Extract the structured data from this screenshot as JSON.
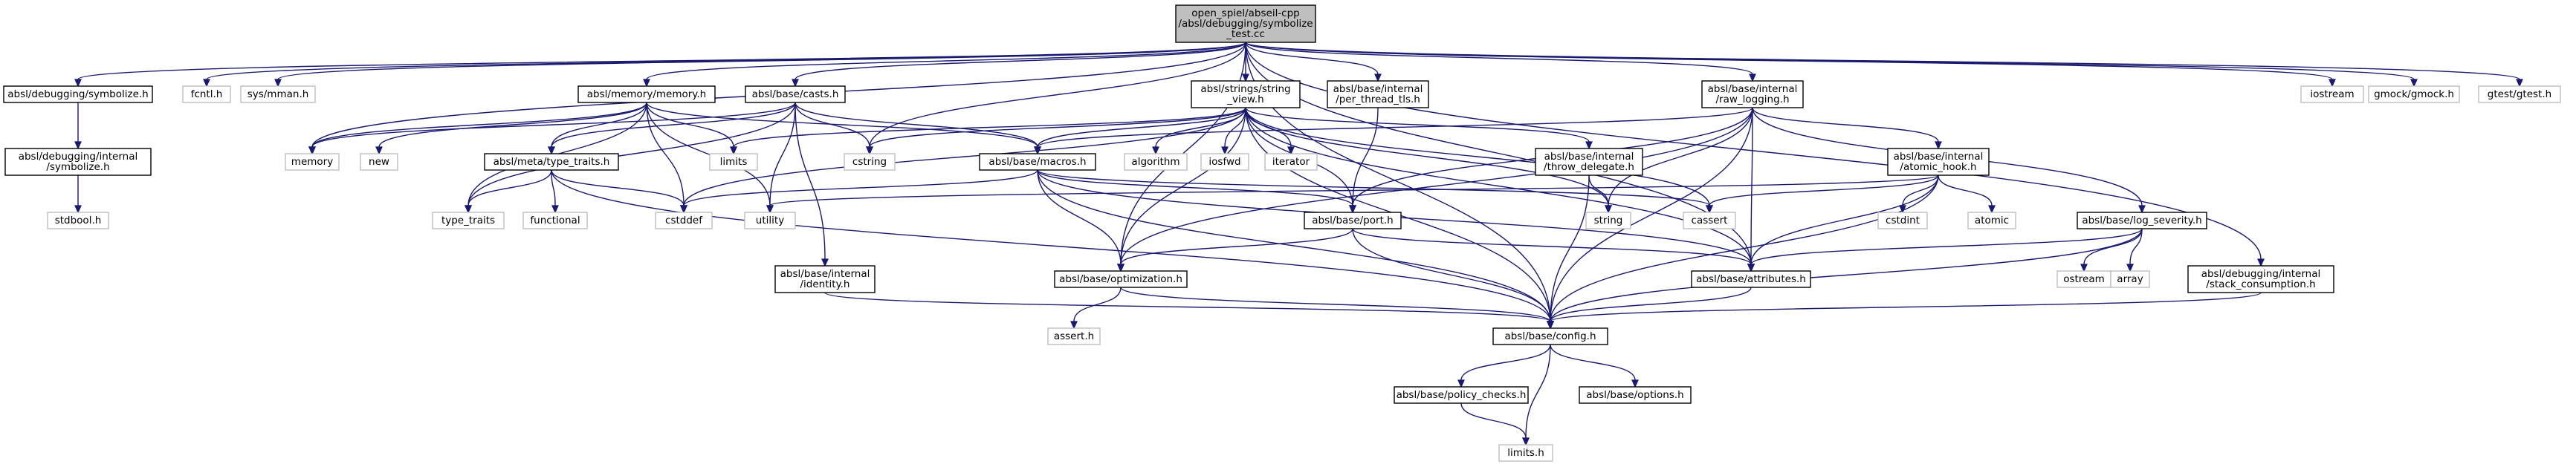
{
  "colors": {
    "edge": "#191970",
    "node_border": "#000000",
    "system_border": "#bfbfbf",
    "root_fill": "#bfbfbf"
  },
  "nodes": [
    {
      "id": "root",
      "kind": "root",
      "lines": [
        "open_spiel/abseil-cpp",
        "/absl/debugging/symbolize",
        "_test.cc"
      ]
    },
    {
      "id": "symbolize_h",
      "kind": "file",
      "lines": [
        "absl/debugging/symbolize.h"
      ]
    },
    {
      "id": "fcntl_h",
      "kind": "sys",
      "lines": [
        "fcntl.h"
      ]
    },
    {
      "id": "sys_mman_h",
      "kind": "sys",
      "lines": [
        "sys/mman.h"
      ]
    },
    {
      "id": "memory_memory_h",
      "kind": "file",
      "lines": [
        "absl/memory/memory.h"
      ]
    },
    {
      "id": "casts_h",
      "kind": "file",
      "lines": [
        "absl/base/casts.h"
      ]
    },
    {
      "id": "string_view_h",
      "kind": "file",
      "lines": [
        "absl/strings/string",
        "_view.h"
      ]
    },
    {
      "id": "per_thread_tls_h",
      "kind": "file",
      "lines": [
        "absl/base/internal",
        "/per_thread_tls.h"
      ]
    },
    {
      "id": "raw_logging_h",
      "kind": "file",
      "lines": [
        "absl/base/internal",
        "/raw_logging.h"
      ]
    },
    {
      "id": "iostream",
      "kind": "sys",
      "lines": [
        "iostream"
      ]
    },
    {
      "id": "gmock_h",
      "kind": "sys",
      "lines": [
        "gmock/gmock.h"
      ]
    },
    {
      "id": "gtest_h",
      "kind": "sys",
      "lines": [
        "gtest/gtest.h"
      ]
    },
    {
      "id": "internal_symbolize_h",
      "kind": "file",
      "lines": [
        "absl/debugging/internal",
        "/symbolize.h"
      ]
    },
    {
      "id": "stdbool_h",
      "kind": "sys",
      "lines": [
        "stdbool.h"
      ]
    },
    {
      "id": "memory",
      "kind": "sys",
      "lines": [
        "memory"
      ]
    },
    {
      "id": "new",
      "kind": "sys",
      "lines": [
        "new"
      ]
    },
    {
      "id": "type_traits_h",
      "kind": "file",
      "lines": [
        "absl/meta/type_traits.h"
      ]
    },
    {
      "id": "type_traits",
      "kind": "sys",
      "lines": [
        "type_traits"
      ]
    },
    {
      "id": "functional",
      "kind": "sys",
      "lines": [
        "functional"
      ]
    },
    {
      "id": "cstddef",
      "kind": "sys",
      "lines": [
        "cstddef"
      ]
    },
    {
      "id": "utility",
      "kind": "sys",
      "lines": [
        "utility"
      ]
    },
    {
      "id": "limits",
      "kind": "sys",
      "lines": [
        "limits"
      ]
    },
    {
      "id": "cstring",
      "kind": "sys",
      "lines": [
        "cstring"
      ]
    },
    {
      "id": "macros_h",
      "kind": "file",
      "lines": [
        "absl/base/macros.h"
      ]
    },
    {
      "id": "algorithm",
      "kind": "sys",
      "lines": [
        "algorithm"
      ]
    },
    {
      "id": "iosfwd",
      "kind": "sys",
      "lines": [
        "iosfwd"
      ]
    },
    {
      "id": "iterator",
      "kind": "sys",
      "lines": [
        "iterator"
      ]
    },
    {
      "id": "throw_delegate_h",
      "kind": "file",
      "lines": [
        "absl/base/internal",
        "/throw_delegate.h"
      ]
    },
    {
      "id": "string",
      "kind": "sys",
      "lines": [
        "string"
      ]
    },
    {
      "id": "cassert",
      "kind": "sys",
      "lines": [
        "cassert"
      ]
    },
    {
      "id": "atomic_hook_h",
      "kind": "file",
      "lines": [
        "absl/base/internal",
        "/atomic_hook.h"
      ]
    },
    {
      "id": "cstdint",
      "kind": "sys",
      "lines": [
        "cstdint"
      ]
    },
    {
      "id": "atomic",
      "kind": "sys",
      "lines": [
        "atomic"
      ]
    },
    {
      "id": "port_h",
      "kind": "file",
      "lines": [
        "absl/base/port.h"
      ]
    },
    {
      "id": "log_severity_h",
      "kind": "file",
      "lines": [
        "absl/base/log_severity.h"
      ]
    },
    {
      "id": "ostream",
      "kind": "sys",
      "lines": [
        "ostream"
      ]
    },
    {
      "id": "array",
      "kind": "sys",
      "lines": [
        "array"
      ]
    },
    {
      "id": "identity_h",
      "kind": "file",
      "lines": [
        "absl/base/internal",
        "/identity.h"
      ]
    },
    {
      "id": "optimization_h",
      "kind": "file",
      "lines": [
        "absl/base/optimization.h"
      ]
    },
    {
      "id": "attributes_h",
      "kind": "file",
      "lines": [
        "absl/base/attributes.h"
      ]
    },
    {
      "id": "stack_consumption_h",
      "kind": "file",
      "lines": [
        "absl/debugging/internal",
        "/stack_consumption.h"
      ]
    },
    {
      "id": "assert_h",
      "kind": "sys",
      "lines": [
        "assert.h"
      ]
    },
    {
      "id": "config_h",
      "kind": "file",
      "lines": [
        "absl/base/config.h"
      ]
    },
    {
      "id": "policy_checks_h",
      "kind": "file",
      "lines": [
        "absl/base/policy_checks.h"
      ]
    },
    {
      "id": "options_h",
      "kind": "file",
      "lines": [
        "absl/base/options.h"
      ]
    },
    {
      "id": "limits_h",
      "kind": "sys",
      "lines": [
        "limits.h"
      ]
    }
  ],
  "edges": [
    [
      "root",
      "symbolize_h"
    ],
    [
      "root",
      "fcntl_h"
    ],
    [
      "root",
      "sys_mman_h"
    ],
    [
      "root",
      "memory_memory_h"
    ],
    [
      "root",
      "casts_h"
    ],
    [
      "root",
      "string_view_h"
    ],
    [
      "root",
      "per_thread_tls_h"
    ],
    [
      "root",
      "raw_logging_h"
    ],
    [
      "root",
      "iostream"
    ],
    [
      "root",
      "gmock_h"
    ],
    [
      "root",
      "gtest_h"
    ],
    [
      "root",
      "memory"
    ],
    [
      "root",
      "cstring"
    ],
    [
      "root",
      "attributes_h"
    ],
    [
      "root",
      "optimization_h"
    ],
    [
      "root",
      "stack_consumption_h"
    ],
    [
      "root",
      "config_h"
    ],
    [
      "symbolize_h",
      "internal_symbolize_h"
    ],
    [
      "internal_symbolize_h",
      "stdbool_h"
    ],
    [
      "memory_memory_h",
      "memory"
    ],
    [
      "memory_memory_h",
      "new"
    ],
    [
      "memory_memory_h",
      "type_traits_h"
    ],
    [
      "memory_memory_h",
      "type_traits"
    ],
    [
      "memory_memory_h",
      "cstddef"
    ],
    [
      "memory_memory_h",
      "utility"
    ],
    [
      "memory_memory_h",
      "limits"
    ],
    [
      "memory_memory_h",
      "macros_h"
    ],
    [
      "casts_h",
      "memory"
    ],
    [
      "casts_h",
      "type_traits_h"
    ],
    [
      "casts_h",
      "type_traits"
    ],
    [
      "casts_h",
      "cstring"
    ],
    [
      "casts_h",
      "utility"
    ],
    [
      "casts_h",
      "identity_h"
    ],
    [
      "casts_h",
      "macros_h"
    ],
    [
      "string_view_h",
      "algorithm"
    ],
    [
      "string_view_h",
      "iosfwd"
    ],
    [
      "string_view_h",
      "iterator"
    ],
    [
      "string_view_h",
      "limits"
    ],
    [
      "string_view_h",
      "cstring"
    ],
    [
      "string_view_h",
      "cstddef"
    ],
    [
      "string_view_h",
      "string"
    ],
    [
      "string_view_h",
      "cassert"
    ],
    [
      "string_view_h",
      "macros_h"
    ],
    [
      "string_view_h",
      "throw_delegate_h"
    ],
    [
      "string_view_h",
      "port_h"
    ],
    [
      "string_view_h",
      "optimization_h"
    ],
    [
      "string_view_h",
      "config_h"
    ],
    [
      "string_view_h",
      "attributes_h"
    ],
    [
      "per_thread_tls_h",
      "port_h"
    ],
    [
      "raw_logging_h",
      "string"
    ],
    [
      "raw_logging_h",
      "atomic_hook_h"
    ],
    [
      "raw_logging_h",
      "log_severity_h"
    ],
    [
      "raw_logging_h",
      "macros_h"
    ],
    [
      "raw_logging_h",
      "port_h"
    ],
    [
      "raw_logging_h",
      "optimization_h"
    ],
    [
      "raw_logging_h",
      "attributes_h"
    ],
    [
      "raw_logging_h",
      "config_h"
    ],
    [
      "type_traits_h",
      "type_traits"
    ],
    [
      "type_traits_h",
      "functional"
    ],
    [
      "type_traits_h",
      "cstddef"
    ],
    [
      "type_traits_h",
      "config_h"
    ],
    [
      "macros_h",
      "cstddef"
    ],
    [
      "macros_h",
      "cassert"
    ],
    [
      "macros_h",
      "port_h"
    ],
    [
      "macros_h",
      "optimization_h"
    ],
    [
      "macros_h",
      "attributes_h"
    ],
    [
      "macros_h",
      "config_h"
    ],
    [
      "throw_delegate_h",
      "string"
    ],
    [
      "throw_delegate_h",
      "config_h"
    ],
    [
      "atomic_hook_h",
      "atomic"
    ],
    [
      "atomic_hook_h",
      "cassert"
    ],
    [
      "atomic_hook_h",
      "cstdint"
    ],
    [
      "atomic_hook_h",
      "utility"
    ],
    [
      "atomic_hook_h",
      "attributes_h"
    ],
    [
      "atomic_hook_h",
      "config_h"
    ],
    [
      "port_h",
      "attributes_h"
    ],
    [
      "port_h",
      "config_h"
    ],
    [
      "port_h",
      "optimization_h"
    ],
    [
      "log_severity_h",
      "array"
    ],
    [
      "log_severity_h",
      "ostream"
    ],
    [
      "log_severity_h",
      "attributes_h"
    ],
    [
      "log_severity_h",
      "config_h"
    ],
    [
      "identity_h",
      "config_h"
    ],
    [
      "optimization_h",
      "assert_h"
    ],
    [
      "optimization_h",
      "config_h"
    ],
    [
      "attributes_h",
      "config_h"
    ],
    [
      "stack_consumption_h",
      "config_h"
    ],
    [
      "config_h",
      "options_h"
    ],
    [
      "config_h",
      "policy_checks_h"
    ],
    [
      "config_h",
      "limits_h"
    ],
    [
      "policy_checks_h",
      "limits_h"
    ]
  ]
}
